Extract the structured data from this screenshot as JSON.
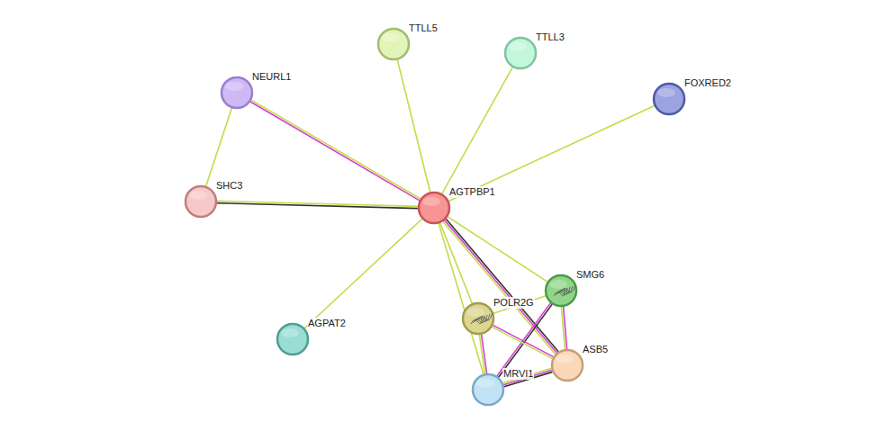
{
  "diagram": {
    "nodes": [
      {
        "text": [
          "TTLL5"
        ]
      },
      {
        "text": [
          "TTLL3"
        ]
      },
      {
        "text": [
          "NEURL1"
        ]
      },
      {
        "text": [
          "FOXRED2"
        ]
      },
      {
        "text": [
          "SHC3"
        ]
      },
      {
        "text": [
          "AGTPBP1"
        ]
      },
      {
        "text": [
          "SMG6"
        ]
      },
      {
        "text": [
          "POLR2G"
        ]
      },
      {
        "text": [
          "AGPAT2"
        ]
      },
      {
        "text": [
          "ASB5"
        ]
      },
      {
        "text": [
          "MRVI1"
        ]
      }
    ],
    "edges": [
      {
        "from": 5,
        "to": 0,
        "arrow": "none"
      },
      {
        "from": 5,
        "to": 1,
        "arrow": "none"
      },
      {
        "from": 5,
        "to": 2,
        "arrow": "none"
      },
      {
        "from": 5,
        "to": 3,
        "arrow": "none"
      },
      {
        "from": 5,
        "to": 4,
        "arrow": "none"
      },
      {
        "from": 5,
        "to": 8,
        "arrow": "none"
      },
      {
        "from": 5,
        "to": 6,
        "arrow": "none"
      },
      {
        "from": 5,
        "to": 7,
        "arrow": "none"
      },
      {
        "from": 5,
        "to": 9,
        "arrow": "none"
      },
      {
        "from": 5,
        "to": 10,
        "arrow": "none"
      },
      {
        "from": 2,
        "to": 4,
        "arrow": "none"
      },
      {
        "from": 6,
        "to": 7,
        "arrow": "none"
      },
      {
        "from": 6,
        "to": 9,
        "arrow": "none"
      },
      {
        "from": 6,
        "to": 10,
        "arrow": "none"
      },
      {
        "from": 7,
        "to": 9,
        "arrow": "none"
      },
      {
        "from": 7,
        "to": 10,
        "arrow": "none"
      },
      {
        "from": 9,
        "to": 10,
        "arrow": "none"
      }
    ]
  }
}
